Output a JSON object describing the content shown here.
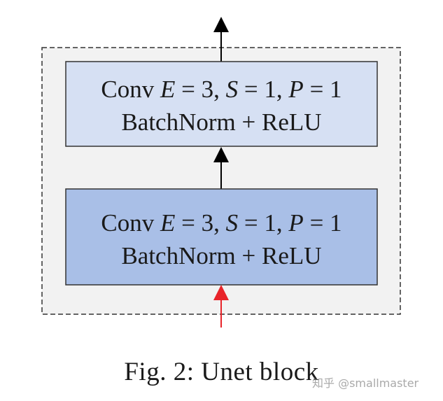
{
  "blocks": [
    {
      "prefix": "Conv ",
      "line1_parts": [
        {
          "t": "E",
          "italic": true
        },
        {
          "t": " = 3, ",
          "italic": false
        },
        {
          "t": "S",
          "italic": true
        },
        {
          "t": " = 1, ",
          "italic": false
        },
        {
          "t": "P",
          "italic": true
        },
        {
          "t": " = 1",
          "italic": false
        }
      ],
      "line2": "BatchNorm + ReLU"
    },
    {
      "prefix": "Conv ",
      "line1_parts": [
        {
          "t": "E",
          "italic": true
        },
        {
          "t": " = 3, ",
          "italic": false
        },
        {
          "t": "S",
          "italic": true
        },
        {
          "t": " = 1, ",
          "italic": false
        },
        {
          "t": "P",
          "italic": true
        },
        {
          "t": " = 1",
          "italic": false
        }
      ],
      "line2": "BatchNorm + ReLU"
    }
  ],
  "caption": "Fig. 2: Unet block",
  "watermark": "知乎 @smallmaster",
  "colors": {
    "top_block_fill": "#d6e0f3",
    "bottom_block_fill": "#a9bfe7",
    "container_fill": "#f2f2f2",
    "input_arrow": "#e8242a",
    "output_arrow": "#000000"
  }
}
